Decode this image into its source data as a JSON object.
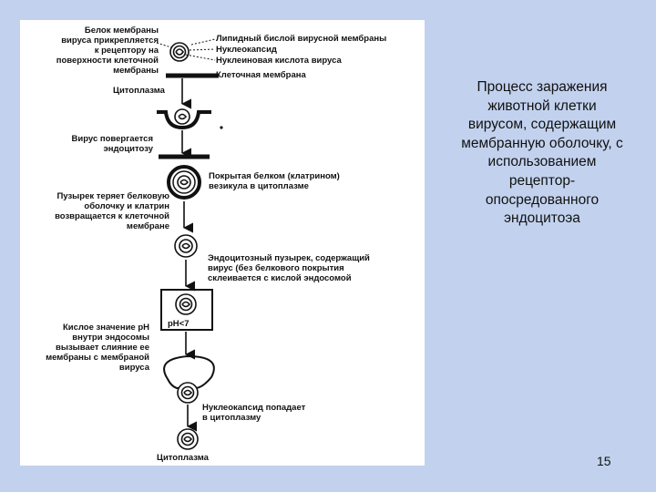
{
  "slide": {
    "background": "#c2d2ee",
    "caption": "Процесс заражения животной клетки вирусом, содержащим мембранную оболочку, с использованием рецептор-опосредованного эндоцитоэа",
    "page_number": "15"
  },
  "diagram": {
    "labels": {
      "protein_attach": [
        "Белок мембраны",
        "вируса прикрепляется",
        "к рецептору на",
        "поверхности клеточной",
        "мембраны"
      ],
      "lipid_bilayer": "Липидный бислой вирусной мембраны",
      "nucleocapsid": "Нуклеокапсид",
      "nucleic_acid": "Нуклеиновая кислота вируса",
      "cell_membrane": "Клеточная мембрана",
      "cytoplasm_top": "Цитоплазма",
      "endocytosis": [
        "Вирус повергается",
        "эндоцитозу"
      ],
      "coated_vesicle": [
        "Покрытая белком (клатрином)",
        "везикула в цитоплазме"
      ],
      "vesicle_loses_coat": [
        "Пузырек теряет белковую",
        "оболочку и клатрин",
        "возвращается к клеточной",
        "мембране"
      ],
      "endocytic_vesicle": [
        "Эндоцитозный пузырек, содержащий",
        "вирус (без белкового покрытия",
        "склеивается с кислой эндосомой"
      ],
      "ph_label": "pH<7",
      "acid_ph": [
        "Кислое значение рН",
        "внутри эндосомы",
        "вызывает слияние ее",
        "мембраны с мембраной",
        "вируса"
      ],
      "nucleocapsid_enters": [
        "Нуклеокапсид попадает",
        "в цитоплазму"
      ],
      "cytoplasm_bottom": "Цитоплазма"
    }
  }
}
